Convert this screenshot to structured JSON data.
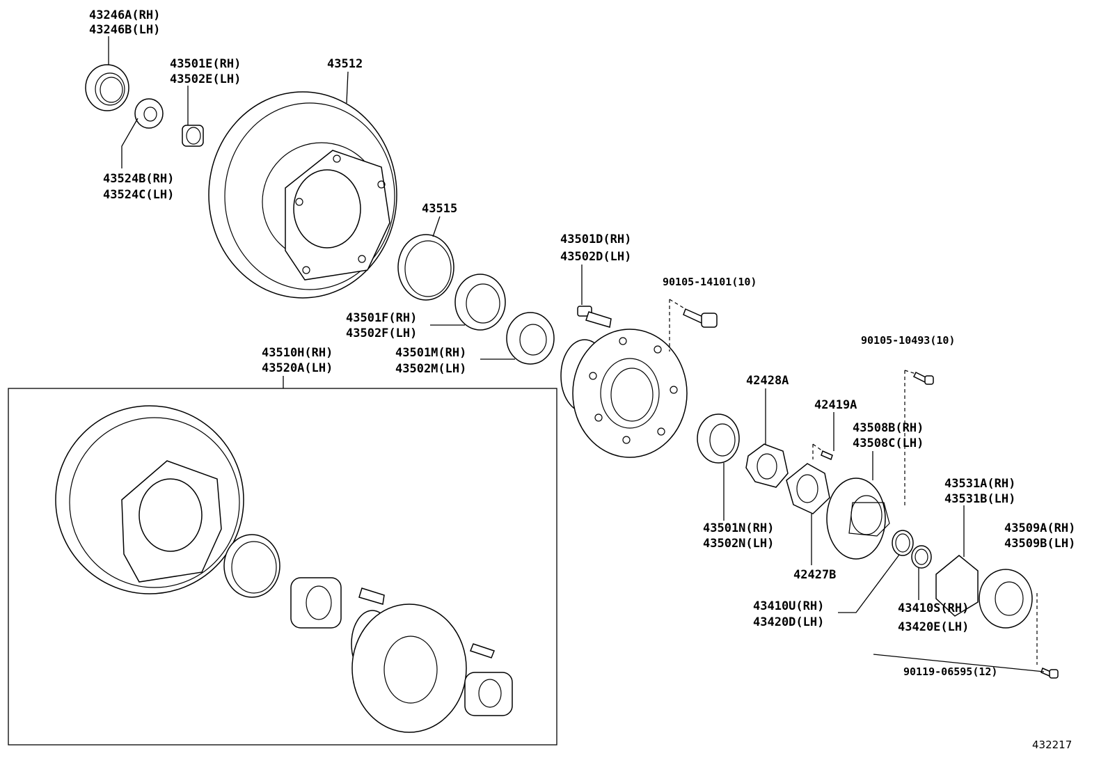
{
  "labels": {
    "p43246": [
      "43246A(RH)",
      "43246B(LH)"
    ],
    "p43524": [
      "43524B(RH)",
      "43524C(LH)"
    ],
    "p43501E": [
      "43501E(RH)",
      "43502E(LH)"
    ],
    "p43512": "43512",
    "p43515": "43515",
    "p43501F": [
      "43501F(RH)",
      "43502F(LH)"
    ],
    "p43501M": [
      "43501M(RH)",
      "43502M(LH)"
    ],
    "p43501D": [
      "43501D(RH)",
      "43502D(LH)"
    ],
    "p90105_14101": "90105-14101(10)",
    "p90105_10493": "90105-10493(10)",
    "p43510H": [
      "43510H(RH)",
      "43520A(LH)"
    ],
    "p42428A": "42428A",
    "p42419A": "42419A",
    "p43508B": [
      "43508B(RH)",
      "43508C(LH)"
    ],
    "p43501N": [
      "43501N(RH)",
      "43502N(LH)"
    ],
    "p42427B": "42427B",
    "p43531A": [
      "43531A(RH)",
      "43531B(LH)"
    ],
    "p43509A": [
      "43509A(RH)",
      "43509B(LH)"
    ],
    "p43410U": [
      "43410U(RH)",
      "43420D(LH)"
    ],
    "p43410S": [
      "43410S(RH)",
      "43420E(LH)"
    ],
    "p90119": "90119-06595(12)"
  },
  "figure_ref": "432217"
}
